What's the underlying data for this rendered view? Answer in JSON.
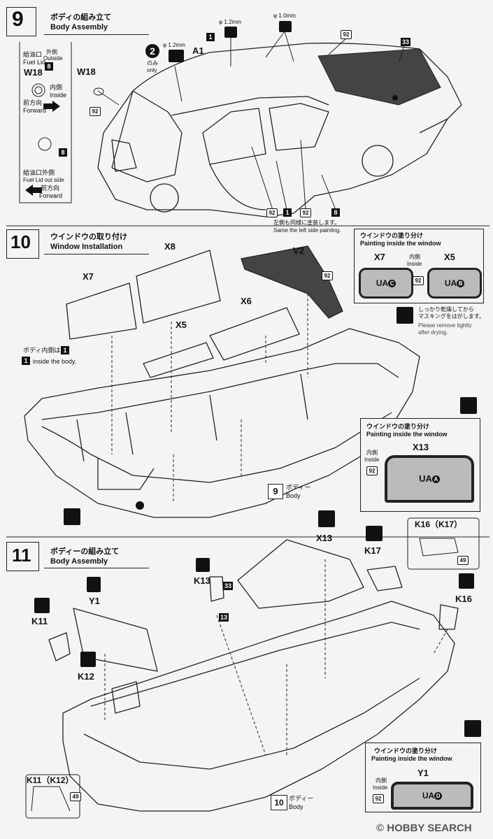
{
  "step9": {
    "number": "9",
    "title_jp": "ボディの組み立て",
    "title_en": "Body Assembly",
    "fuel_lid_jp": "給油口",
    "outside_jp": "外側",
    "outside_en": "Outside",
    "fuel_lid_en": "Fuel Lid",
    "w18_a": "W18",
    "w18_b": "W18",
    "inside_jp": "内側",
    "inside_en": "Inside",
    "forward_jp": "前方向",
    "forward_en": "Forward",
    "out_side_jp": "給油口外側",
    "out_side_en": "Fuel Lid out side",
    "forward2_jp": "前方向",
    "forward2_en": "Forward",
    "color8": "8",
    "color8b": "8",
    "color8c": "8",
    "color92a": "92",
    "color92b": "92",
    "color92c": "92",
    "color92d": "92",
    "color33": "33",
    "color1a": "1",
    "color1b": "1",
    "part_a1": "A1",
    "drill_12a": "φ 1.2mm",
    "drill_12b": "φ 1.2mm",
    "drill_10": "φ 1.0mm",
    "only_num": "2",
    "only_jp": "のみ",
    "only_en": "only",
    "same_jp": "左側も同様に塗装します。",
    "same_en": "Same the left side painting."
  },
  "step10": {
    "number": "10",
    "title_jp": "ウインドウの取り付け",
    "title_en": "Window Installation",
    "x8": "X8",
    "x7": "X7",
    "v2": "V2",
    "x6": "X6",
    "x5": "X5",
    "color92": "92",
    "body_inside_jp": "ボディ内側は",
    "body_inside_en": "inside the body.",
    "color1a": "1",
    "color1b": "1",
    "panel1_title_jp": "ウインドウの塗り分け",
    "panel1_title_en": "Painting inside the window",
    "panel1_x7": "X7",
    "panel1_x5": "X5",
    "panel1_inside_jp": "内側",
    "panel1_inside_en": "Inside",
    "panel1_uac": "UA",
    "panel1_uac_mark": "C",
    "panel1_uab": "UA",
    "panel1_uab_mark": "B",
    "panel1_92": "92",
    "note_jp1": "しっかり乾燥してから",
    "note_jp2": "マスキングをはがします。",
    "note_en1": "Please remove tightly",
    "note_en2": "after drying.",
    "panel2_title_jp": "ウインドウの塗り分け",
    "panel2_title_en": "Painting inside the window",
    "panel2_x13": "X13",
    "panel2_inside_jp": "内側",
    "panel2_inside_en": "Inside",
    "panel2_92": "92",
    "panel2_ua": "UA",
    "panel2_ua_mark": "A",
    "body_ref_num": "9",
    "body_ref_jp": "ボディー",
    "body_ref_en": "Body"
  },
  "step11": {
    "number": "11",
    "title_jp": "ボディーの組み立て",
    "title_en": "Body Assembly",
    "x13": "X13",
    "k17": "K17",
    "k16_box": "K16（K17）",
    "k16_box_49": "49",
    "k16": "K16",
    "k13": "K13",
    "k13_33": "33",
    "k13_13": "13",
    "y1": "Y1",
    "k11": "K11",
    "k12": "K12",
    "k11_box": "K11（K12）",
    "k11_box_49": "49",
    "body_ref_num": "10",
    "body_ref_jp": "ボディー",
    "body_ref_en": "Body",
    "panel_title_jp": "ウインドウの塗り分け",
    "panel_title_en": "Painting inside the window",
    "panel_y1": "Y1",
    "panel_inside_jp": "内側",
    "panel_inside_en": "Inside",
    "panel_92": "92",
    "panel_ua": "UA",
    "panel_ua_mark": "D"
  },
  "watermark": "HOBBY SEARCH",
  "copyright": "©"
}
